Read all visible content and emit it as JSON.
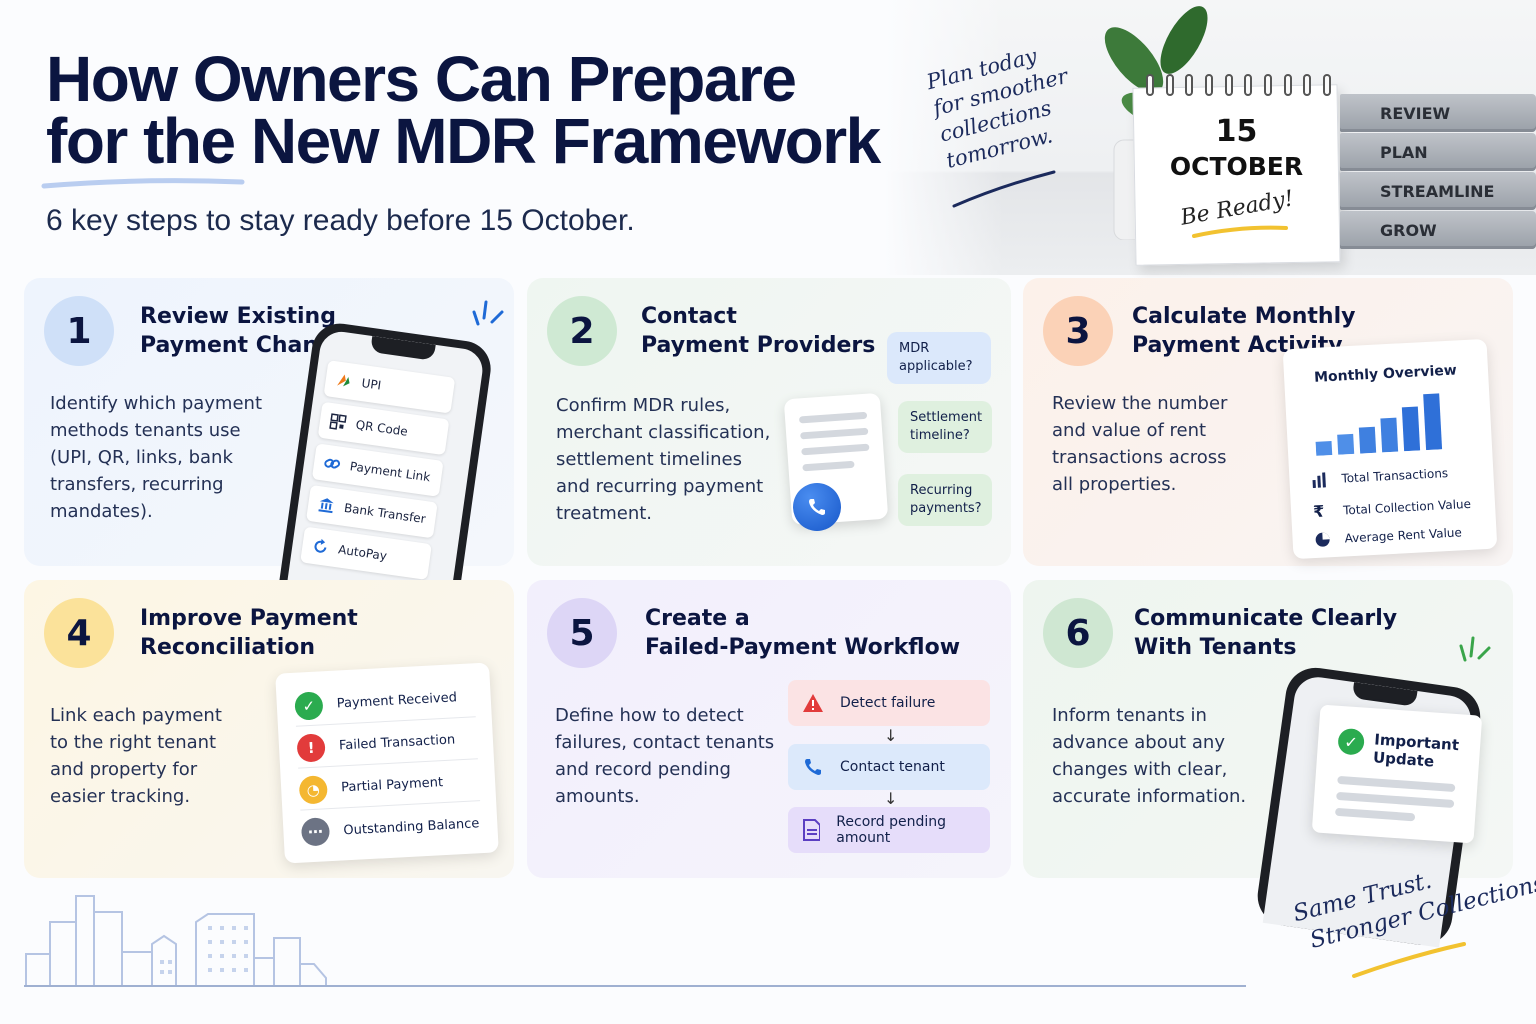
{
  "header": {
    "title_line1": "How Owners Can Prepare",
    "title_line2": "for the New MDR Framework",
    "subtitle": "6 key steps to stay ready before 15 October."
  },
  "photo": {
    "tagline": [
      "Plan today",
      "for smoother",
      "collections",
      "tomorrow."
    ],
    "calendar_day": "15",
    "calendar_month": "OCTOBER",
    "calendar_note": "Be Ready!",
    "books": [
      "REVIEW",
      "PLAN",
      "STREAMLINE",
      "GROW"
    ]
  },
  "steps": [
    {
      "number": "1",
      "title": [
        "Review Existing",
        "Payment Channels"
      ],
      "description": [
        "Identify which payment",
        "methods tenants use",
        "(UPI, QR, links, bank",
        "transfers, recurring",
        "mandates)."
      ],
      "channels": [
        "UPI",
        "QR Code",
        "Payment Link",
        "Bank Transfer",
        "AutoPay"
      ]
    },
    {
      "number": "2",
      "title": [
        "Contact",
        "Payment Providers"
      ],
      "description": [
        "Confirm MDR rules,",
        "merchant classification,",
        "settlement timelines",
        "and recurring payment",
        "treatment."
      ],
      "questions": [
        [
          "MDR",
          "applicable?"
        ],
        [
          "Settlement",
          "timeline?"
        ],
        [
          "Recurring",
          "payments?"
        ]
      ]
    },
    {
      "number": "3",
      "title": [
        "Calculate Monthly",
        "Payment Activity"
      ],
      "description": [
        "Review the number",
        "and value of rent",
        "transactions across",
        "all properties."
      ],
      "overview_title": "Monthly Overview",
      "overview_items": [
        "Total Transactions",
        "Total Collection Value",
        "Average Rent Value"
      ]
    },
    {
      "number": "4",
      "title": [
        "Improve Payment",
        "Reconciliation"
      ],
      "description": [
        "Link each payment",
        "to the right tenant",
        "and property for",
        "easier tracking."
      ],
      "statuses": [
        "Payment Received",
        "Failed Transaction",
        "Partial Payment",
        "Outstanding Balance"
      ]
    },
    {
      "number": "5",
      "title": [
        "Create a",
        "Failed-Payment Workflow"
      ],
      "description": [
        "Define how to detect",
        "failures, contact tenants",
        "and record pending",
        "amounts."
      ],
      "workflow": [
        "Detect failure",
        "Contact tenant",
        "Record pending amount"
      ]
    },
    {
      "number": "6",
      "title": [
        "Communicate Clearly",
        "With Tenants"
      ],
      "description": [
        "Inform tenants in",
        "advance about any",
        "changes with clear,",
        "accurate information."
      ],
      "notice_title": [
        "Important",
        "Update"
      ]
    }
  ],
  "footer": {
    "signature": [
      "Same Trust.",
      "Stronger Collections."
    ]
  },
  "colors": {
    "navy": "#0b1540",
    "step1": "#cfe0f8",
    "step2": "#cfe9d3",
    "step3": "#fbd2b7",
    "step4": "#fbe29a",
    "step5": "#ddd6f6",
    "step6": "#cfe7d2"
  }
}
